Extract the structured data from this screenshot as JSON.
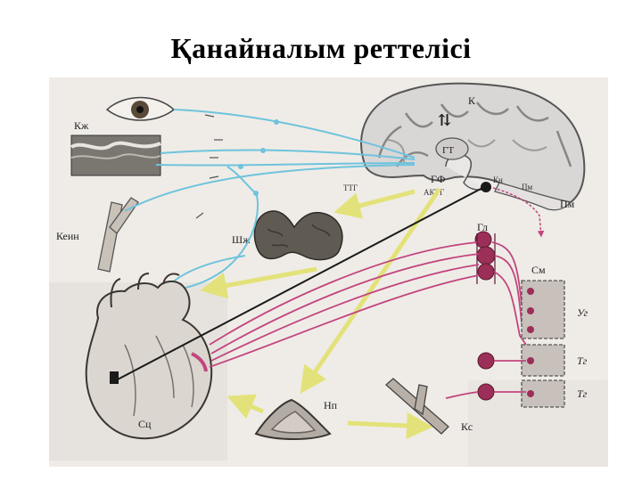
{
  "title": "Қанайналым реттелісі",
  "labels": {
    "k": "К",
    "gt": "ГТ",
    "gf": "ГФ",
    "ttg": "ТТГ",
    "aktg": "АКТГ",
    "pm": "Пм",
    "kzh": "Кж",
    "kein": "Кеин",
    "shzh": "Шж",
    "gl": "Гл",
    "sm": "См",
    "ug": "Уг",
    "tg1": "Тг",
    "tg2": "Тг",
    "sts": "Сц",
    "np": "Нп",
    "ke": "Кс",
    "small_top": "Кн",
    "small_right": "Пм"
  },
  "colors": {
    "afferent": "#6fc3dd",
    "efferent": "#c2457e",
    "hormonal": "#e3e27a",
    "vagus": "#1a1a1a",
    "ganglion": "#9c2f57"
  }
}
